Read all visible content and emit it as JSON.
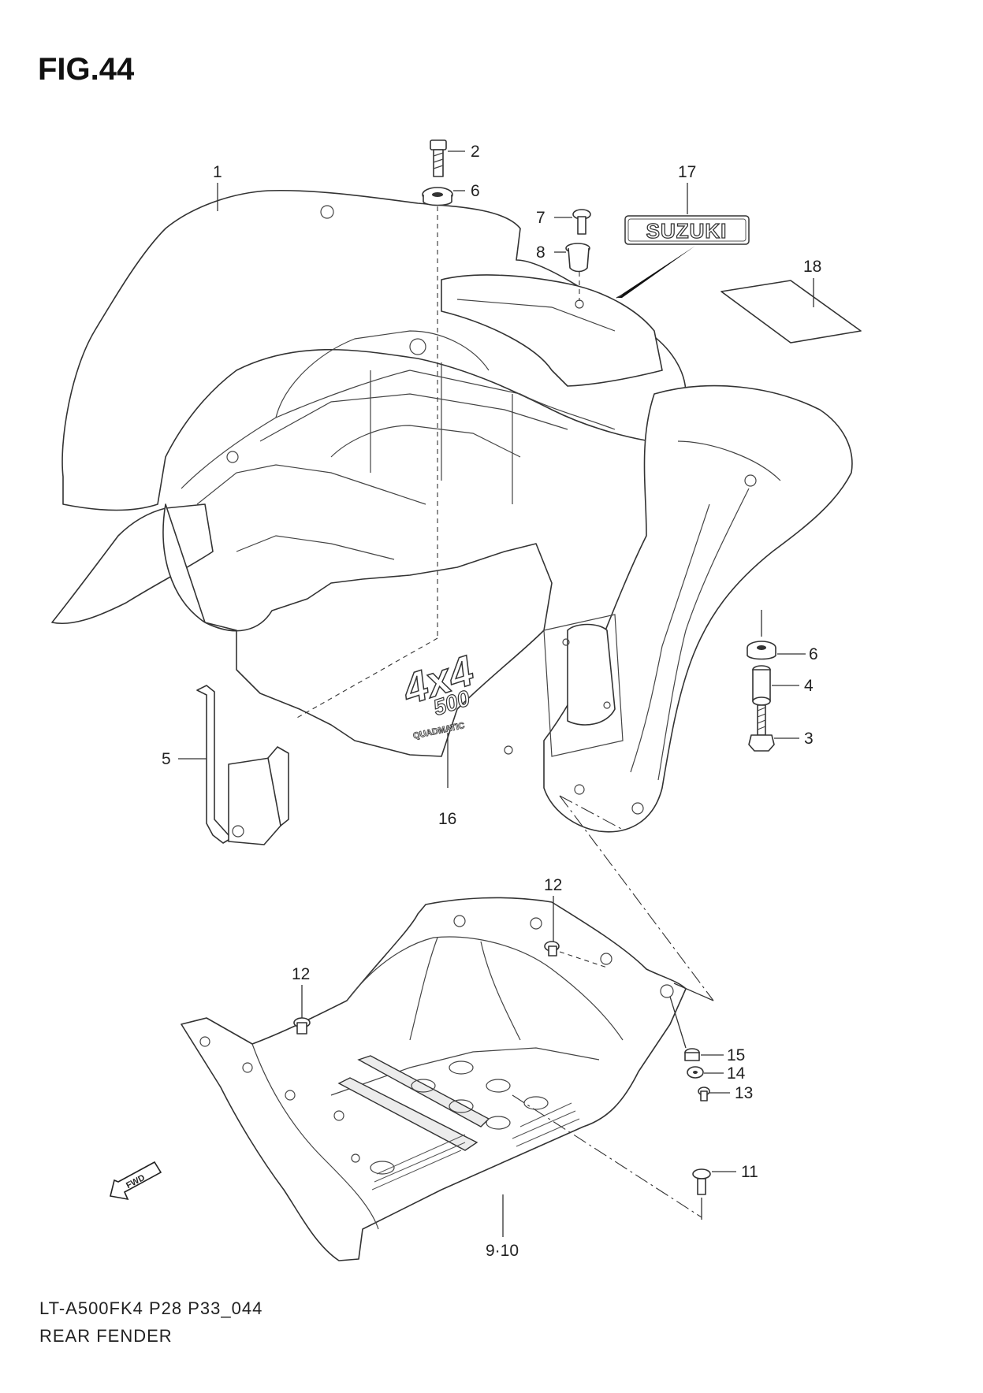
{
  "figure": {
    "title": "FIG.44",
    "model_code": "LT-A500FK4 P28 P33_044",
    "section_name": "REAR FENDER"
  },
  "emblems": {
    "brand": "SUZUKI",
    "decal_main": "4x4",
    "decal_sub": "500",
    "decal_tag": "QUADMATIC",
    "fwd_arrow": "FWD"
  },
  "callouts": [
    {
      "id": "c1",
      "number": "1"
    },
    {
      "id": "c2",
      "number": "2"
    },
    {
      "id": "c6a",
      "number": "6"
    },
    {
      "id": "c7",
      "number": "7"
    },
    {
      "id": "c8",
      "number": "8"
    },
    {
      "id": "c17",
      "number": "17"
    },
    {
      "id": "c18",
      "number": "18"
    },
    {
      "id": "c6b",
      "number": "6"
    },
    {
      "id": "c4",
      "number": "4"
    },
    {
      "id": "c3",
      "number": "3"
    },
    {
      "id": "c5",
      "number": "5"
    },
    {
      "id": "c16",
      "number": "16"
    },
    {
      "id": "c12a",
      "number": "12"
    },
    {
      "id": "c12b",
      "number": "12"
    },
    {
      "id": "c15",
      "number": "15"
    },
    {
      "id": "c14",
      "number": "14"
    },
    {
      "id": "c13",
      "number": "13"
    },
    {
      "id": "c11",
      "number": "11"
    },
    {
      "id": "c910",
      "number": "9·10"
    }
  ]
}
